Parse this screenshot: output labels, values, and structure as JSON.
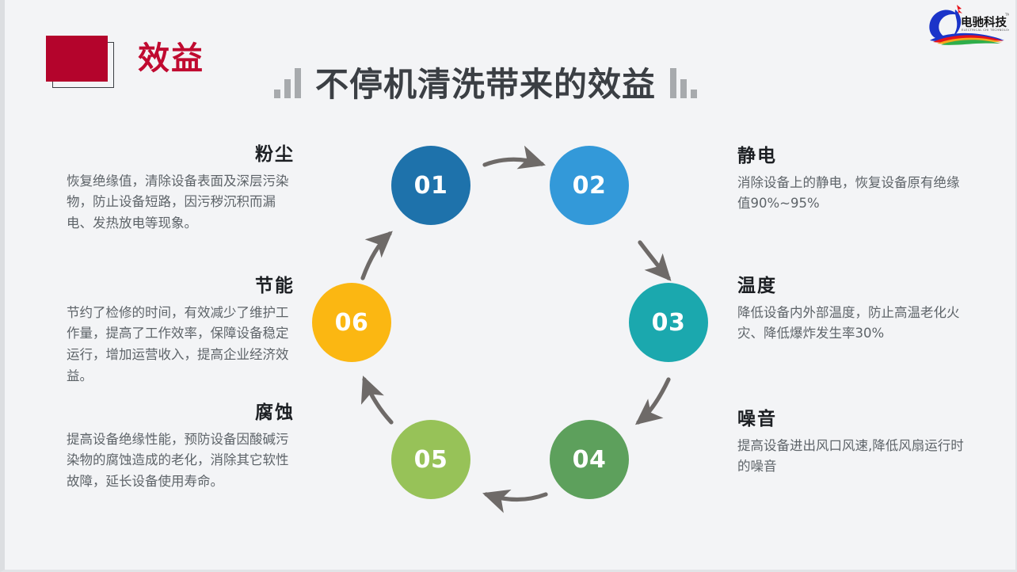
{
  "header": {
    "badge_label": "效益",
    "badge_color": "#b4042c",
    "title": "不停机清洗带来的效益",
    "title_color": "#3b3f44",
    "bars_left_icon": "ascending-bars-icon",
    "bars_right_icon": "descending-bars-icon"
  },
  "logo": {
    "name_cn": "电驰科技",
    "name_en": "ELECTRICAL CHI TECHNOLOGY",
    "trademark": "TM"
  },
  "cycle": {
    "nodes": [
      {
        "id": "01",
        "color": "#1e72ab"
      },
      {
        "id": "02",
        "color": "#3399d9"
      },
      {
        "id": "03",
        "color": "#1ba8ae"
      },
      {
        "id": "04",
        "color": "#5da05c"
      },
      {
        "id": "05",
        "color": "#97c258"
      },
      {
        "id": "06",
        "color": "#fbb712"
      }
    ],
    "arrow_color": "#6e6a68"
  },
  "blocks": {
    "dust": {
      "title": "粉尘",
      "body": "恢复绝缘值，清除设备表面及深层污染物，防止设备短路，因污秽沉积而漏电、发热放电等现象。"
    },
    "energy": {
      "title": "节能",
      "body": "节约了检修的时间，有效减少了维护工作量，提高了工作效率，保障设备稳定运行，增加运营收入，提高企业经济效益。"
    },
    "corrosion": {
      "title": "腐蚀",
      "body": "提高设备绝缘性能，预防设备因酸碱污染物的腐蚀造成的老化，消除其它软性故障，延长设备使用寿命。"
    },
    "static": {
      "title": "静电",
      "body": "消除设备上的静电，恢复设备原有绝缘值90%~95%"
    },
    "temperature": {
      "title": "温度",
      "body": "降低设备内外部温度，防止高温老化火灾、降低爆炸发生率30%"
    },
    "noise": {
      "title": "噪音",
      "body": "提高设备进出风口风速,降低风扇运行时的噪音"
    }
  }
}
